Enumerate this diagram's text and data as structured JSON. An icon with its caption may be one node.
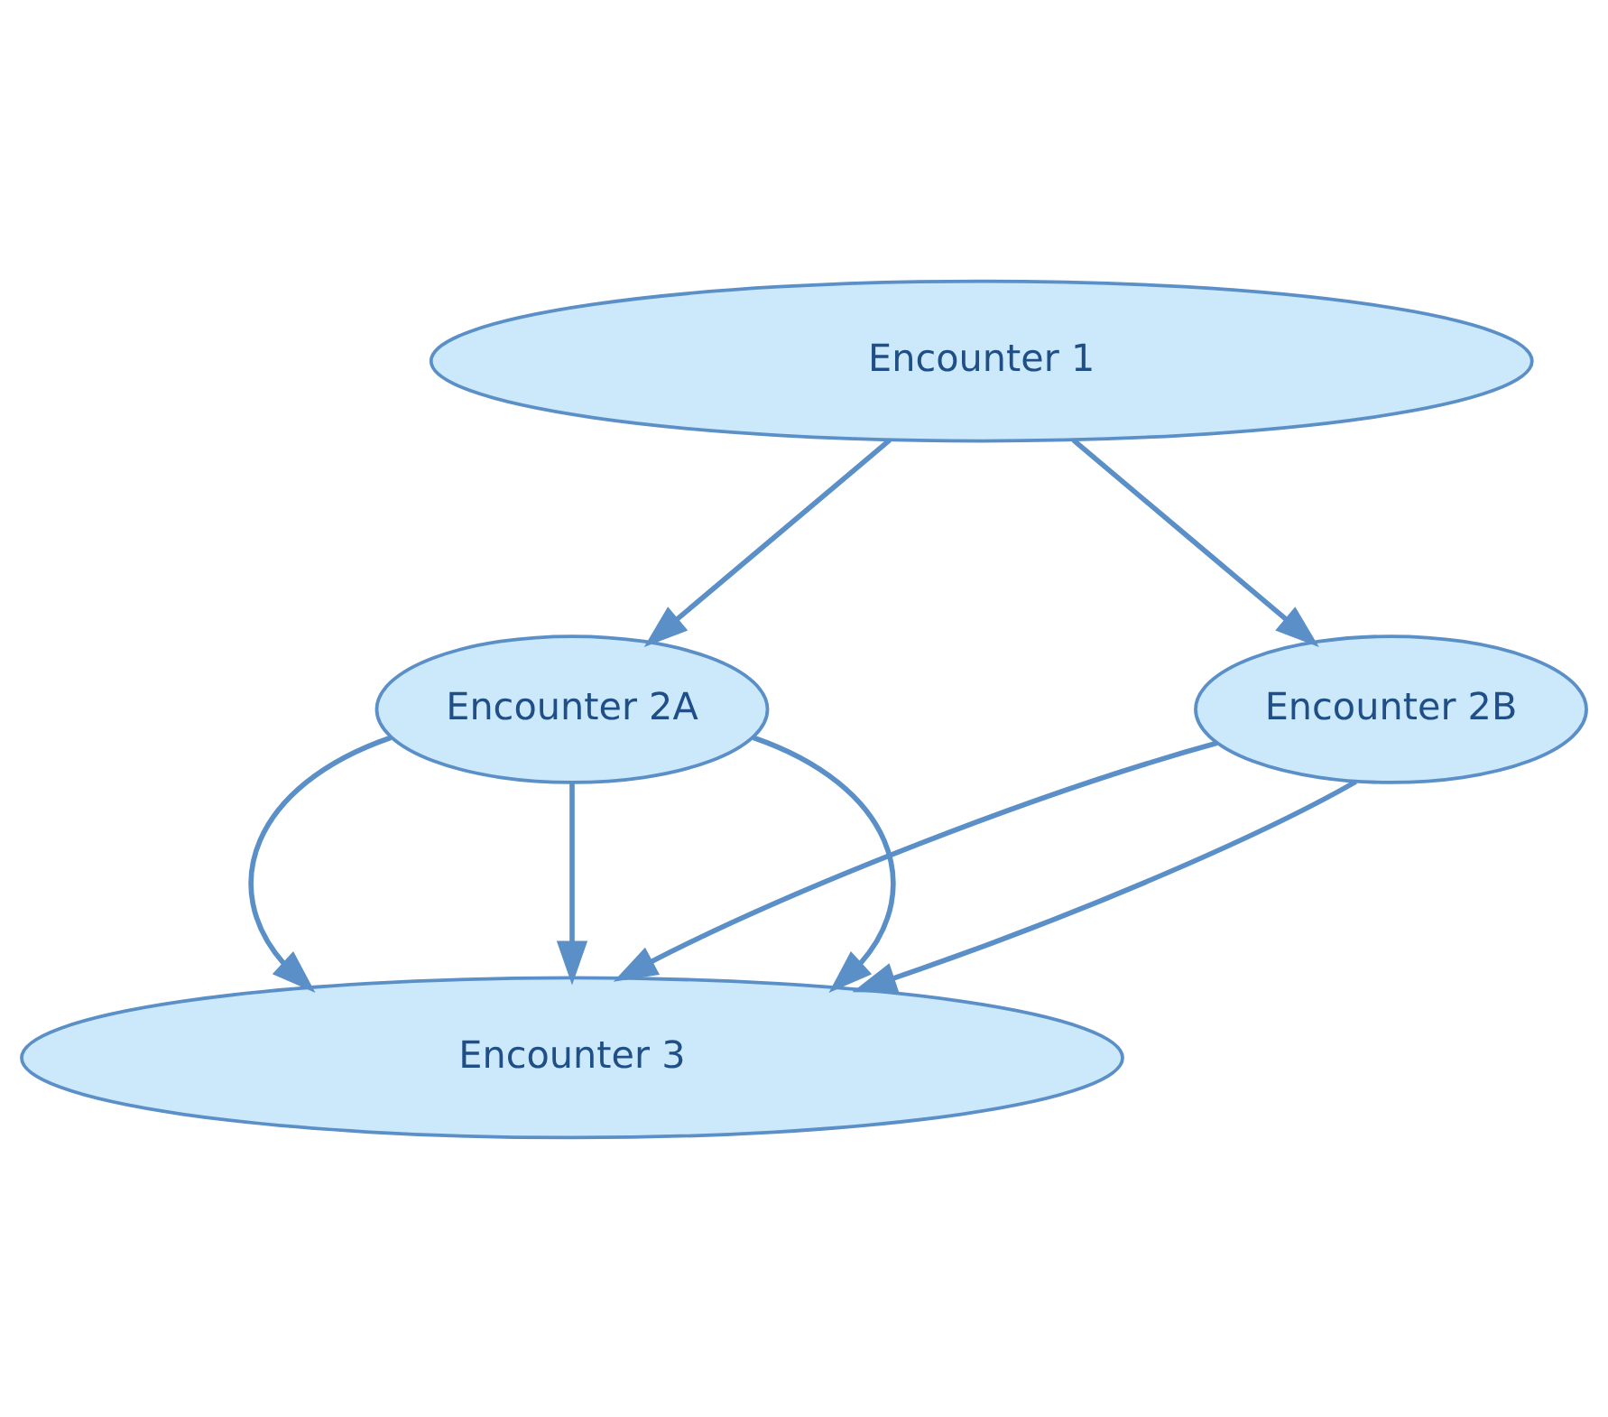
{
  "diagram": {
    "nodes": [
      {
        "text": [
          "Encounter 1"
        ]
      },
      {
        "text": [
          "Encounter 2A"
        ]
      },
      {
        "text": [
          "Encounter 2B"
        ]
      },
      {
        "text": [
          "Encounter 3"
        ]
      }
    ],
    "edges": [
      {
        "from": 0,
        "to": 1,
        "arrow": "to"
      },
      {
        "from": 0,
        "to": 2,
        "arrow": "to"
      },
      {
        "from": 1,
        "to": 3,
        "arrow": "to"
      },
      {
        "from": 1,
        "to": 3,
        "arrow": "to"
      },
      {
        "from": 1,
        "to": 3,
        "arrow": "to"
      },
      {
        "from": 2,
        "to": 3,
        "arrow": "to"
      },
      {
        "from": 2,
        "to": 3,
        "arrow": "to"
      }
    ]
  }
}
